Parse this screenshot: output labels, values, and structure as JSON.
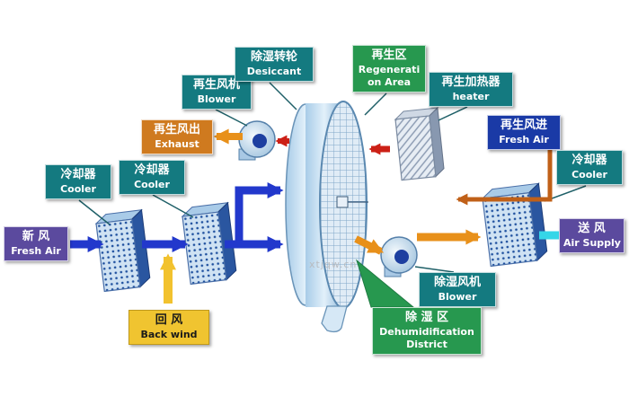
{
  "diagram": {
    "watermark": "xtjqw.cn",
    "labels": {
      "fresh_air_in": {
        "zh": "新  风",
        "en": "Fresh Air"
      },
      "cooler1": {
        "zh": "冷却器",
        "en": "Cooler"
      },
      "cooler2": {
        "zh": "冷却器",
        "en": "Cooler"
      },
      "back_wind": {
        "zh": "回  风",
        "en": "Back wind"
      },
      "regen_blower": {
        "zh": "再生风机",
        "en": "Blower"
      },
      "exhaust": {
        "zh": "再生风出",
        "en": "Exhaust"
      },
      "desiccant": {
        "zh": "除湿转轮",
        "en": "Desiccant"
      },
      "regen_area": {
        "zh": "再生区",
        "en1": "Regenerati",
        "en2": "on Area"
      },
      "heater": {
        "zh": "再生加热器",
        "en": "heater"
      },
      "regen_fresh_air": {
        "zh": "再生风进",
        "en": "Fresh Air"
      },
      "cooler3": {
        "zh": "冷却器",
        "en": "Cooler"
      },
      "air_supply": {
        "zh": "送  风",
        "en": "Air Supply"
      },
      "dehumid_blower": {
        "zh": "除湿风机",
        "en": "Blower"
      },
      "dehumid_district": {
        "zh": "除 湿 区",
        "en1": "Dehumidification",
        "en2": "District"
      }
    },
    "colors": {
      "label_teal": "#147a80",
      "label_purple": "#5b4a9e",
      "label_navy": "#1a3aa6",
      "label_green": "#27984f",
      "label_orange": "#cf7a1f",
      "label_yellow": "#f0c430",
      "arrow_blue": "#2238cc",
      "arrow_yellow": "#f2c22e",
      "arrow_orange": "#e8901a",
      "arrow_red": "#cc2016",
      "arrow_brown": "#c06018",
      "arrow_cyan": "#35d6e8"
    }
  }
}
